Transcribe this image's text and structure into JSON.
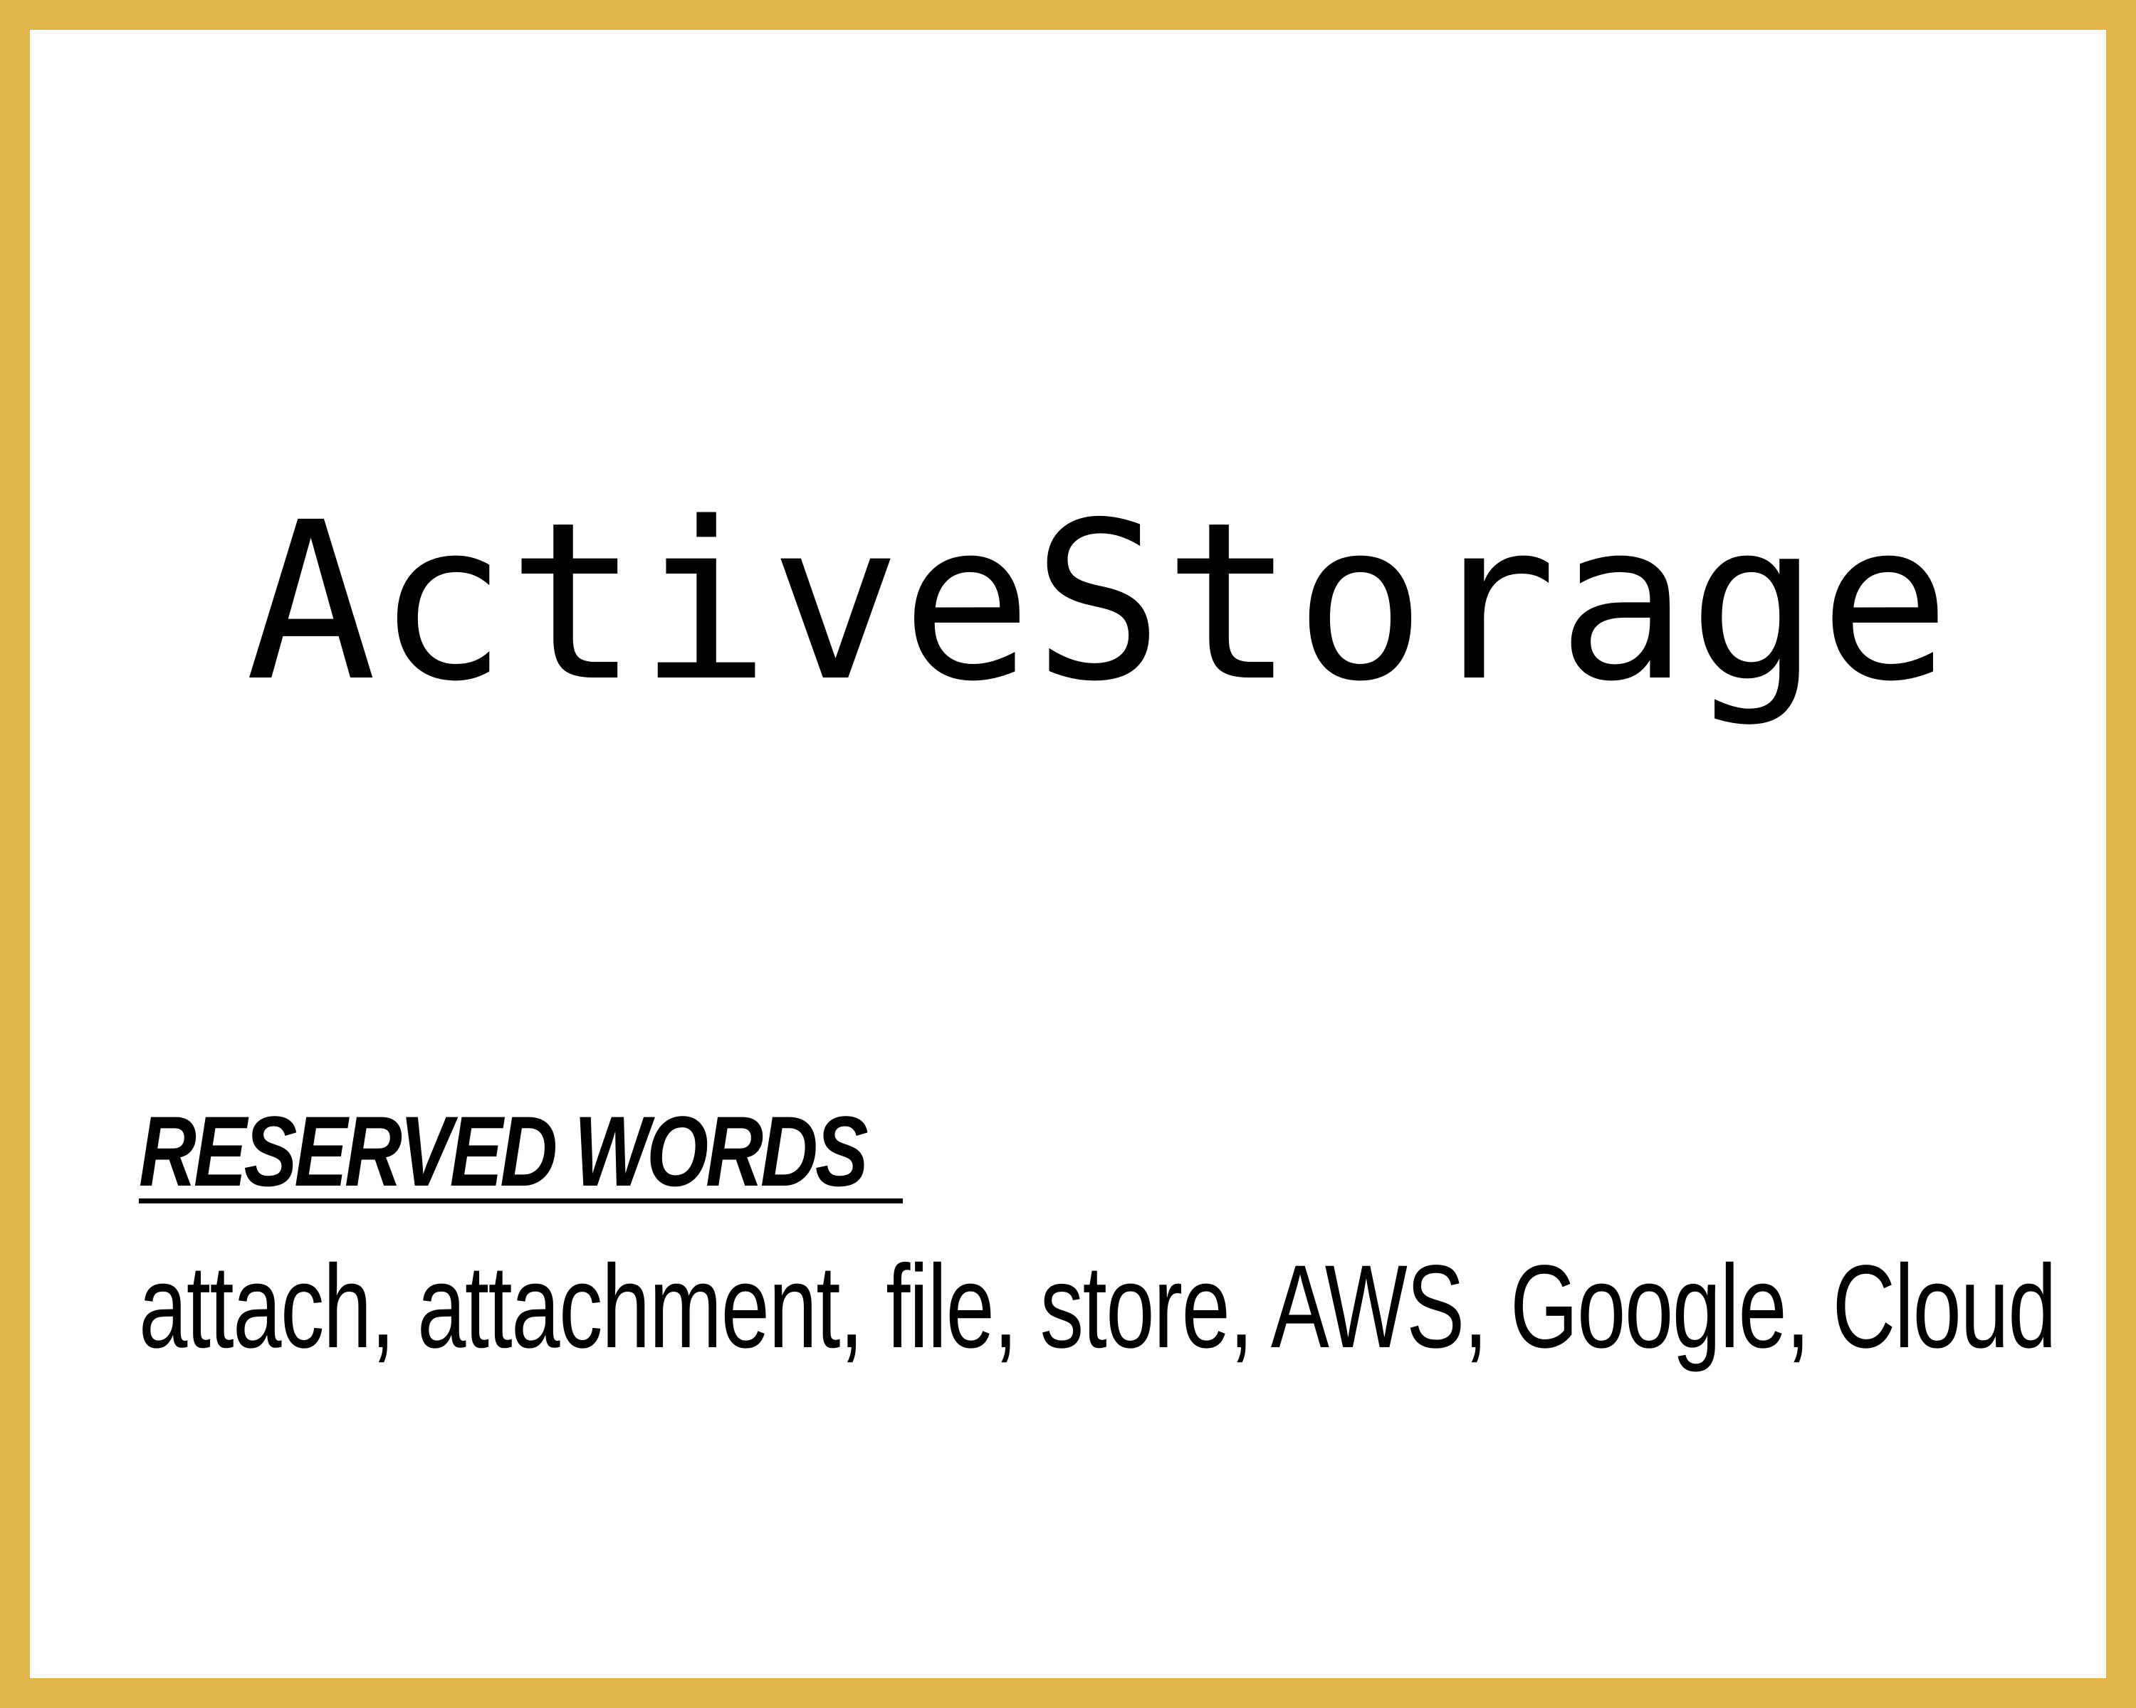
{
  "card": {
    "border_color": "#e2b64c",
    "background_color": "#ffffff",
    "title": "ActiveStorage",
    "reserved": {
      "heading": "RESERVED WORDS",
      "words": "attach, attachment, file, store, AWS, Google, Cloud"
    }
  }
}
